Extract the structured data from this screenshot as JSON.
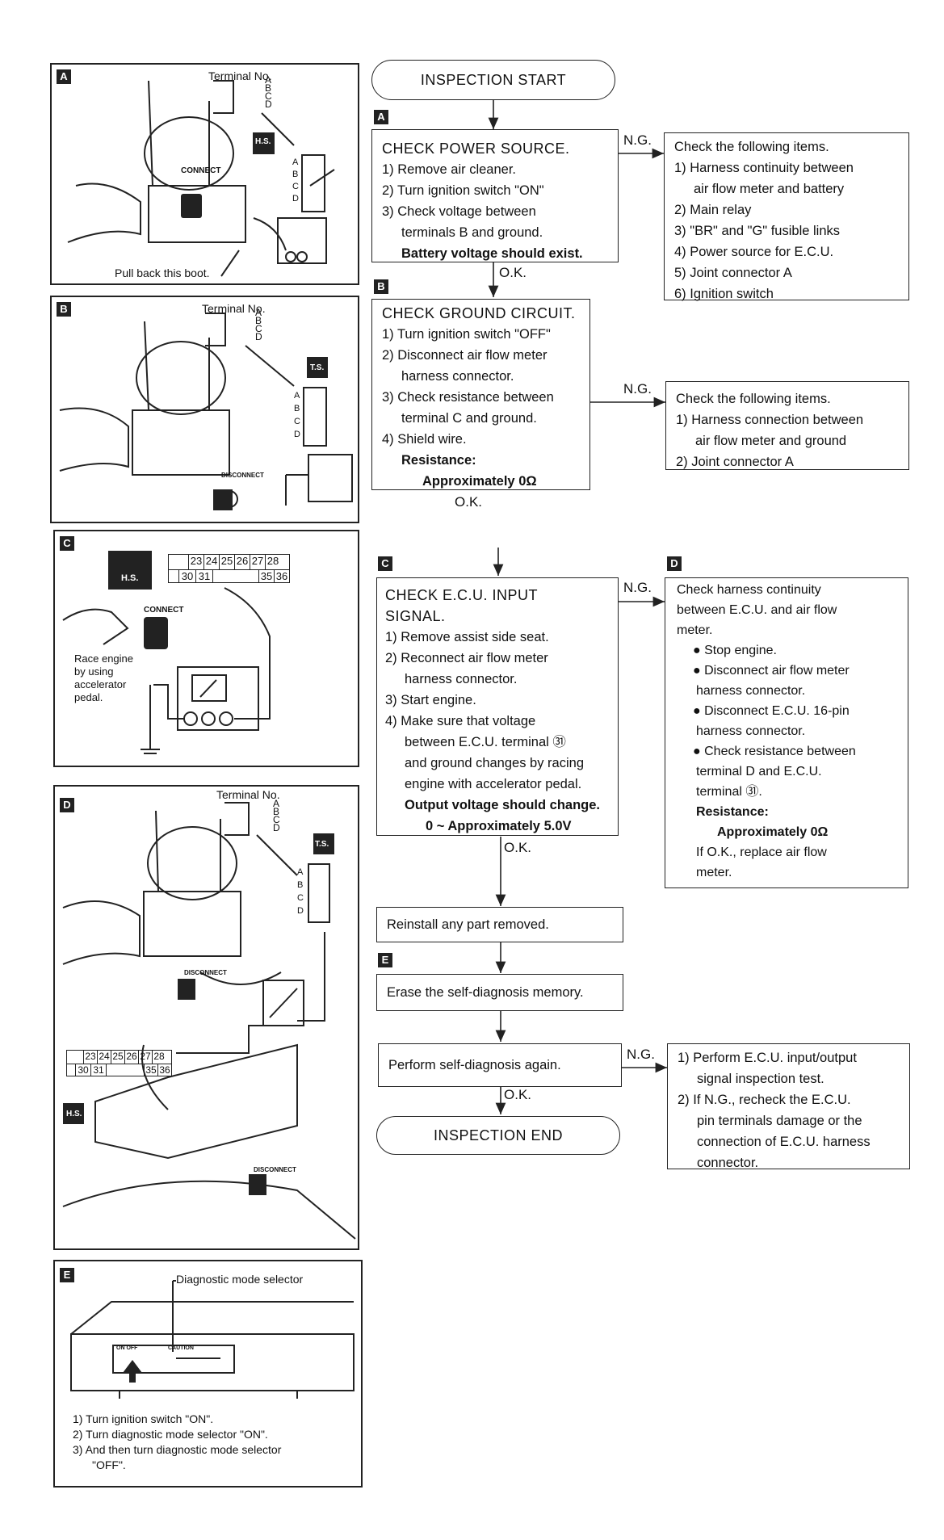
{
  "flow": {
    "start": "INSPECTION START",
    "end": "INSPECTION END",
    "ok": "O.K.",
    "ng": "N.G.",
    "step_a": {
      "tag": "A",
      "title": "CHECK POWER SOURCE.",
      "items": [
        "1) Remove air cleaner.",
        "2) Turn ignition switch \"ON\"",
        "3) Check voltage between"
      ],
      "cont": "terminals B and ground.",
      "note": "Battery voltage should exist."
    },
    "ng_a": {
      "title": "Check the following items.",
      "items": [
        "1) Harness continuity between",
        "air flow meter and battery",
        "2) Main relay",
        "3) \"BR\" and \"G\" fusible links",
        "4) Power source for E.C.U.",
        "5) Joint connector A",
        "6) Ignition switch"
      ]
    },
    "step_b": {
      "tag": "B",
      "title": "CHECK GROUND CIRCUIT.",
      "items": [
        "1) Turn ignition switch \"OFF\"",
        "2) Disconnect air flow meter",
        "harness connector.",
        "3) Check resistance between",
        "terminal C and ground.",
        "4) Shield wire."
      ],
      "res_label": "Resistance:",
      "res_value": "Approximately 0Ω"
    },
    "ng_b": {
      "title": "Check the following items.",
      "items": [
        "1) Harness connection between",
        "air flow meter and ground",
        "2) Joint connector A"
      ]
    },
    "step_c": {
      "tag": "C",
      "title": "CHECK E.C.U. INPUT",
      "title2": "SIGNAL.",
      "items": [
        "1) Remove assist side seat.",
        "2) Reconnect air flow meter",
        "harness connector.",
        "3) Start engine.",
        "4) Make sure that voltage",
        "between E.C.U. terminal ㉛",
        "and ground changes by racing",
        "engine with accelerator pedal."
      ],
      "note1": "Output voltage should change.",
      "note2": "0 ~ Approximately 5.0V"
    },
    "ng_c": {
      "tag": "D",
      "lines": [
        "Check harness continuity",
        "between E.C.U. and air flow",
        "meter."
      ],
      "bullets": [
        "Stop engine.",
        "Disconnect air flow meter",
        "harness connector.",
        "Disconnect E.C.U. 16-pin",
        "harness connector.",
        "Check resistance between",
        "terminal D and E.C.U.",
        "terminal ㉛."
      ],
      "res_label": "Resistance:",
      "res_value": "Approximately 0Ω",
      "tail": [
        "If O.K., replace air flow",
        "meter."
      ]
    },
    "reinstall": "Reinstall any part removed.",
    "step_e": {
      "tag": "E",
      "text": "Erase the self-diagnosis memory."
    },
    "self_diag": "Perform self-diagnosis again.",
    "ng_final": {
      "items": [
        "1) Perform E.C.U. input/output",
        "signal inspection test.",
        "2) If N.G., recheck the E.C.U.",
        "pin terminals damage or the",
        "connection of E.C.U. harness",
        "connector."
      ]
    }
  },
  "illustrations": {
    "a": {
      "tag": "A",
      "terminal_no": "Terminal No.",
      "letters": [
        "A",
        "B",
        "C",
        "D"
      ],
      "connect": "CONNECT",
      "hs": "H.S.",
      "boot": "Pull back this boot."
    },
    "b": {
      "tag": "B",
      "terminal_no": "Terminal No.",
      "letters": [
        "A",
        "B",
        "C",
        "D"
      ],
      "disconnect": "DISCONNECT",
      "ts": "T.S."
    },
    "c": {
      "tag": "C",
      "pins_top": [
        "23",
        "24",
        "25",
        "26",
        "27",
        "28"
      ],
      "pins_bot": [
        "30",
        "31",
        "35",
        "36"
      ],
      "hs": "H.S.",
      "connect": "CONNECT",
      "race": [
        "Race engine",
        "by using",
        "accelerator",
        "pedal."
      ]
    },
    "d": {
      "tag": "D",
      "terminal_no": "Terminal No.",
      "letters": [
        "A",
        "B",
        "C",
        "D"
      ],
      "disconnect": "DISCONNECT",
      "ts": "T.S.",
      "hs": "H.S.",
      "pins_top": [
        "23",
        "24",
        "25",
        "26",
        "27",
        "28"
      ],
      "pins_bot": [
        "30",
        "31",
        "35",
        "36"
      ]
    },
    "e": {
      "tag": "E",
      "selector": "Diagnostic mode selector",
      "on_off": "ON OFF",
      "caution": "CAUTION",
      "steps": [
        "1) Turn ignition switch \"ON\".",
        "2) Turn diagnostic mode selector \"ON\".",
        "3) And then turn diagnostic mode selector",
        "\"OFF\"."
      ]
    }
  }
}
